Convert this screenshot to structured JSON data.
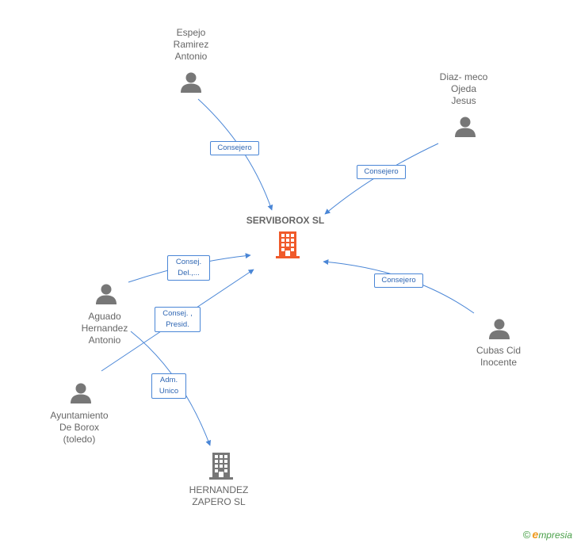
{
  "colors": {
    "edge": "#4a86d6",
    "person_icon": "#777777",
    "main_company_icon": "#f05a2a",
    "company_icon": "#777777",
    "label_text": "#666666"
  },
  "main_node": {
    "label": "SERVIBOROX SL",
    "icon": "building-icon"
  },
  "nodes": [
    {
      "id": "espejo",
      "label": "Espejo\nRamirez\nAntonio",
      "icon": "person-icon"
    },
    {
      "id": "diaz",
      "label": "Diaz- meco\nOjeda\nJesus",
      "icon": "person-icon"
    },
    {
      "id": "aguado",
      "label": "Aguado\nHernandez\nAntonio",
      "icon": "person-icon"
    },
    {
      "id": "cubas",
      "label": "Cubas Cid\nInocente",
      "icon": "person-icon"
    },
    {
      "id": "ayuntamiento",
      "label": "Ayuntamiento\nDe Borox\n(toledo)",
      "icon": "person-icon"
    },
    {
      "id": "hernandez",
      "label": "HERNANDEZ\nZAPERO SL",
      "icon": "building-icon"
    }
  ],
  "edges": [
    {
      "from": "espejo",
      "to": "serviborox",
      "label": "Consejero"
    },
    {
      "from": "diaz",
      "to": "serviborox",
      "label": "Consejero"
    },
    {
      "from": "aguado",
      "to": "serviborox",
      "label": "Consej.\nDel.,..."
    },
    {
      "from": "ayuntamiento",
      "to": "serviborox",
      "label": "Consej. ,\nPresid."
    },
    {
      "from": "cubas",
      "to": "serviborox",
      "label": "Consejero"
    },
    {
      "from": "aguado",
      "to": "hernandez",
      "label": "Adm.\nUnico"
    }
  ],
  "brand": {
    "copyright": "©",
    "first_letter": "e",
    "rest": "mpresia"
  }
}
